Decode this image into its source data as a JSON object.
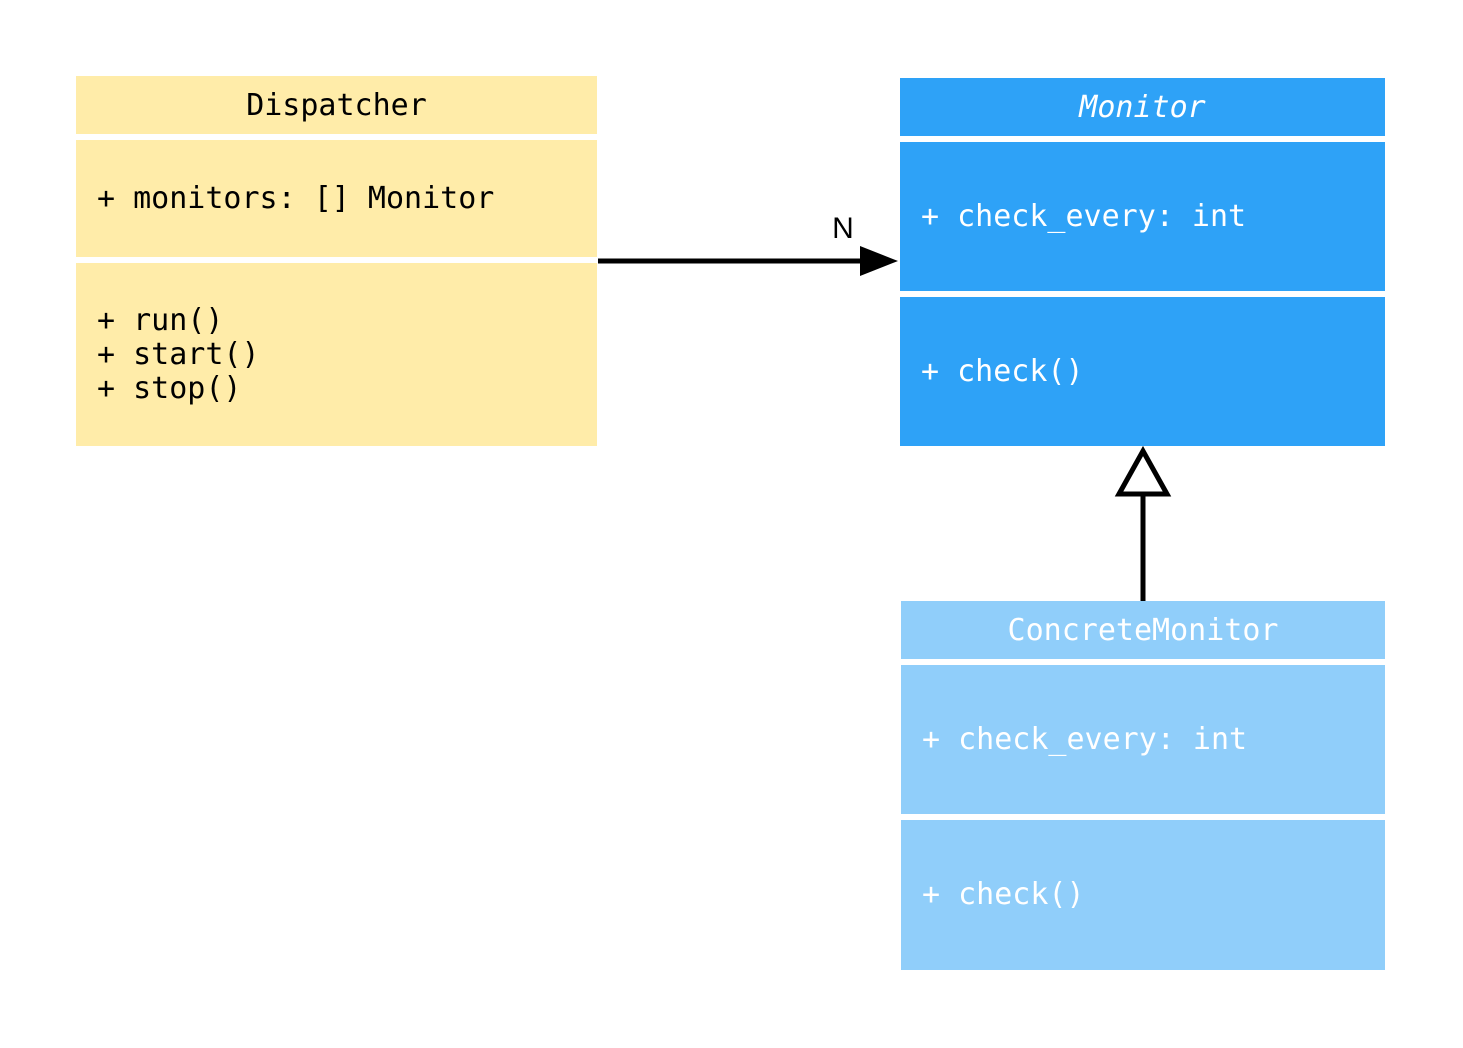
{
  "diagram": {
    "type": "uml-class-diagram",
    "background_color": "#ffffff",
    "classes": [
      {
        "name": "Dispatcher",
        "abstract": false,
        "attributes": [
          "+ monitors: [] Monitor"
        ],
        "methods": [
          "+ run()",
          "+ start()",
          "+ stop()"
        ],
        "bg_color": "#FFECA9",
        "text_color": "#000000"
      },
      {
        "name": "Monitor",
        "abstract": true,
        "attributes": [
          "+ check_every: int"
        ],
        "methods": [
          "+ check()"
        ],
        "bg_color": "#2EA2F7",
        "text_color": "#FFFFFF"
      },
      {
        "name": "ConcreteMonitor",
        "abstract": false,
        "attributes": [
          "+ check_every: int"
        ],
        "methods": [
          "+ check()"
        ],
        "bg_color": "#90CEFA",
        "text_color": "#FFFFFF"
      }
    ],
    "relationships": [
      {
        "type": "association",
        "from": "Dispatcher",
        "to": "Monitor",
        "label": "N",
        "line_color": "#000000"
      },
      {
        "type": "inheritance",
        "from": "ConcreteMonitor",
        "to": "Monitor",
        "label": "",
        "line_color": "#000000"
      }
    ]
  }
}
